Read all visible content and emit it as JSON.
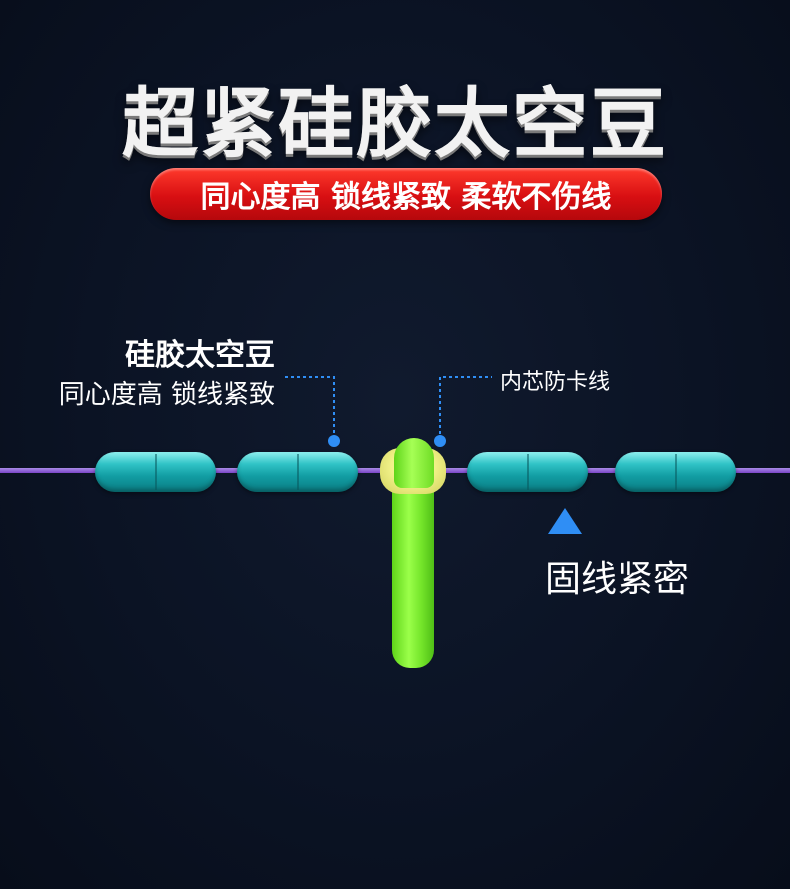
{
  "title": "超紧硅胶太空豆",
  "banner": "同心度高 锁线紧致 柔软不伤线",
  "labels": {
    "bean_title": "硅胶太空豆",
    "bean_sub": "同心度高 锁线紧致",
    "inner_core": "内芯防卡线",
    "secure": "固线紧密"
  },
  "colors": {
    "background": "#0b1324",
    "banner_red": "#d80f12",
    "line_purple": "#8a55d6",
    "bean_teal": "#1aa8ad",
    "float_green": "#7ee630",
    "accent_blue": "#2f8ef5"
  }
}
